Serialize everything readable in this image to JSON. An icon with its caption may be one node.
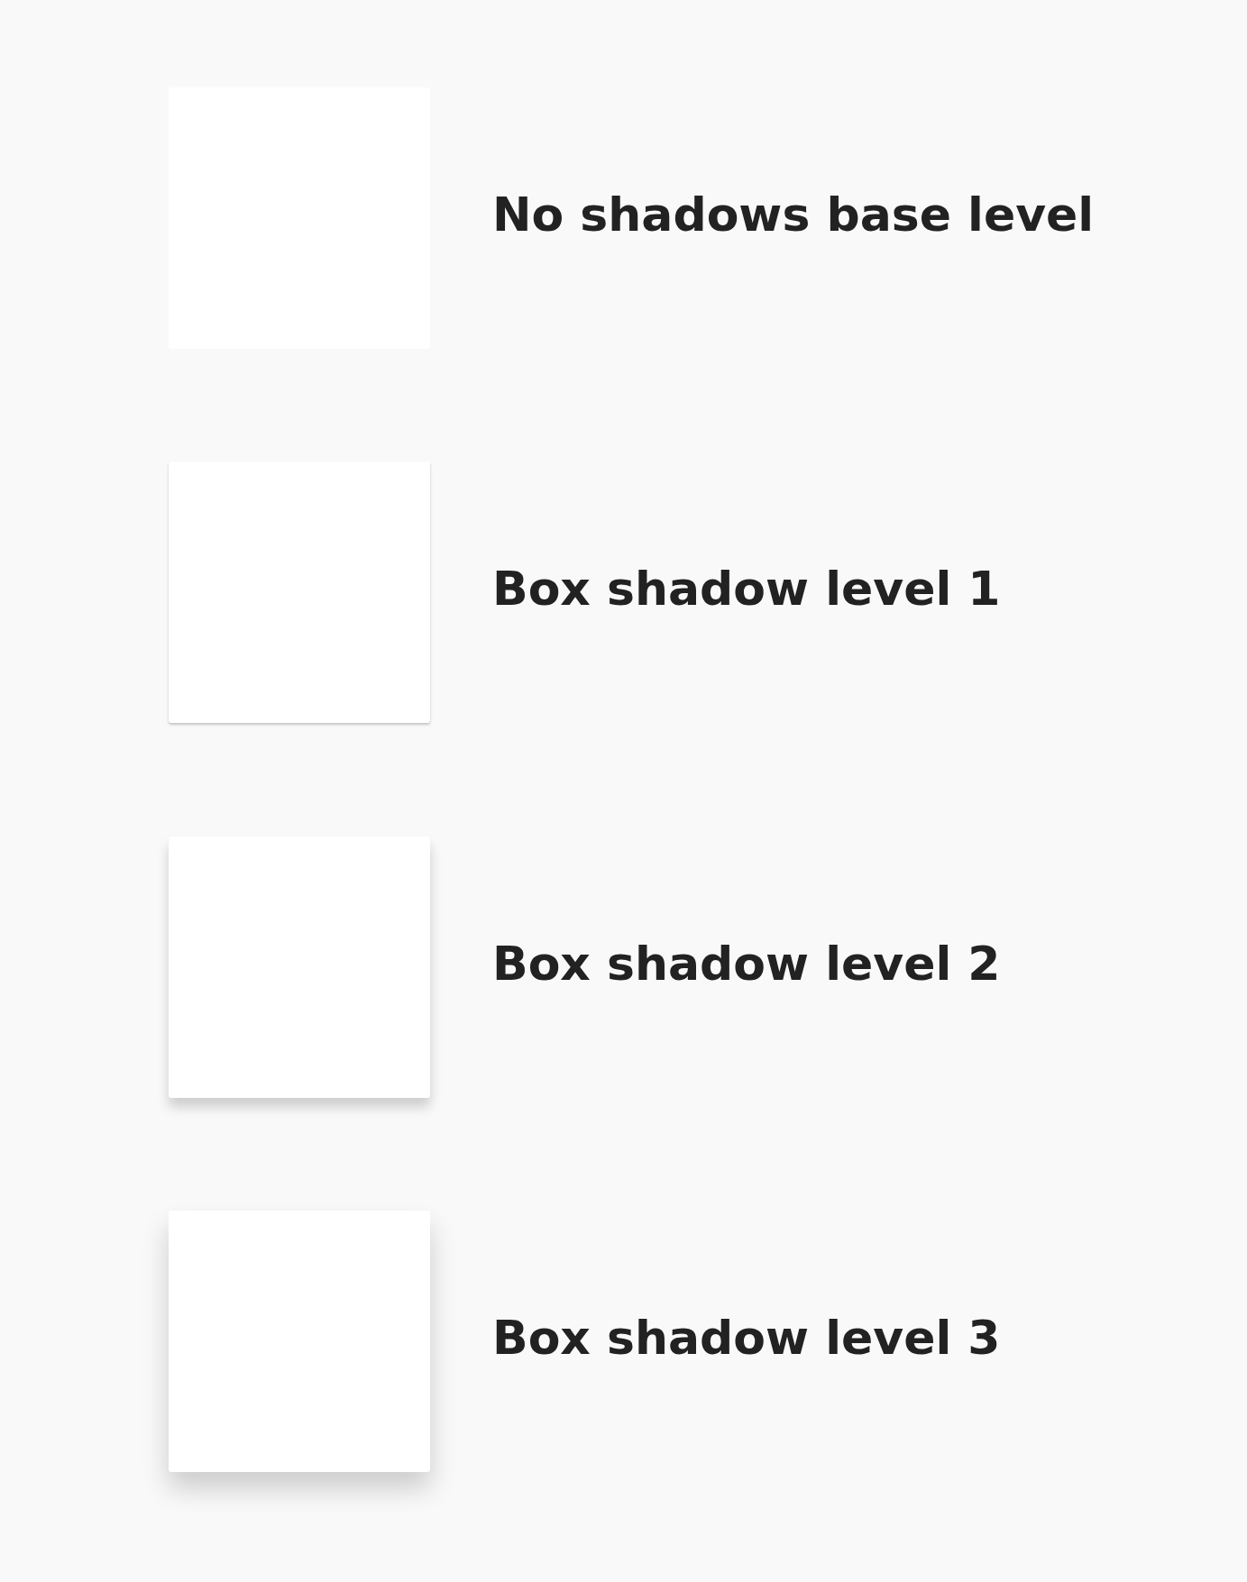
{
  "diagram": {
    "nodes": [
      {
        "text": [],
        "shape": "box",
        "beside": [
          "No shadows base level"
        ]
      },
      {
        "text": [],
        "shape": "box",
        "beside": [
          "Box shadow level 1"
        ]
      },
      {
        "text": [],
        "shape": "box",
        "beside": [
          "Box shadow level 2"
        ]
      },
      {
        "text": [],
        "shape": "box",
        "beside": [
          "Box shadow level 3"
        ]
      }
    ]
  }
}
